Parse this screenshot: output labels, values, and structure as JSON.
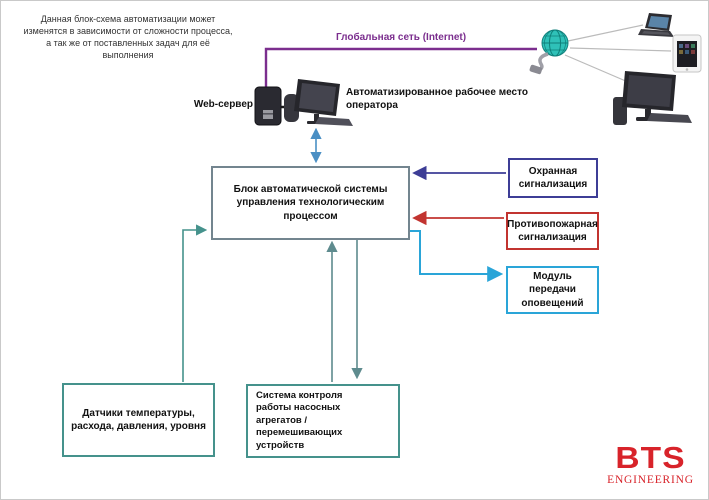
{
  "note": "Данная блок-схема автоматизации может\nизменятся в зависимости от сложности процесса,\nа так же от поставленных задач для её\nвыполнения",
  "network": {
    "internet_label": "Глобальная сеть (Internet)",
    "internet_color": "#7b2e8e",
    "device_link_color": "#bbbbbb"
  },
  "nodes": {
    "web_server": {
      "label": "Web-сервер"
    },
    "workstation": {
      "label": "Автоматизированное рабочее место\nоператора"
    },
    "control_unit": {
      "label": "Блок автоматической системы\nуправления технологическим\nпроцессом",
      "border_color": "#73858f"
    },
    "security_alarm": {
      "label": "Охранная\nсигнализация",
      "border_color": "#3d3d96"
    },
    "fire_alarm": {
      "label": "Противопожарная\nсигнализация",
      "border_color": "#c23430"
    },
    "notification_module": {
      "label": "Модуль\nпередачи\nоповещений",
      "border_color": "#2aa5d8"
    },
    "sensors": {
      "label": "Датчики температуры,\nрасхода, давления, уровня",
      "border_color": "#45928c"
    },
    "pump_control": {
      "label": "Система контроля\nработы насосных\nагрегатов /\nперемешивающих\nустройств",
      "border_color": "#45928c"
    }
  },
  "connections": [
    {
      "from": "web_server",
      "to": "internet_globe",
      "color": "#7b2e8e"
    },
    {
      "from": "web_server",
      "to": "workstation",
      "color": "#1a1a1a"
    },
    {
      "from": "workstation",
      "to": "control_unit",
      "color": "#4a8fc4",
      "bidirectional": true
    },
    {
      "from": "security_alarm",
      "to": "control_unit",
      "color": "#3d3d96"
    },
    {
      "from": "fire_alarm",
      "to": "control_unit",
      "color": "#c23430"
    },
    {
      "from": "control_unit",
      "to": "notification_module",
      "color": "#2aa5d8"
    },
    {
      "from": "sensors",
      "to": "control_unit",
      "color": "#45928c"
    },
    {
      "from": "pump_control",
      "to": "control_unit",
      "color": "#5e8b8e",
      "bidirectional": true
    },
    {
      "from": "internet_globe",
      "to": "remote_devices",
      "color": "#bbbbbb"
    }
  ],
  "logo": {
    "name": "BTS",
    "subtitle": "ENGINEERING",
    "color": "#d8232a"
  }
}
